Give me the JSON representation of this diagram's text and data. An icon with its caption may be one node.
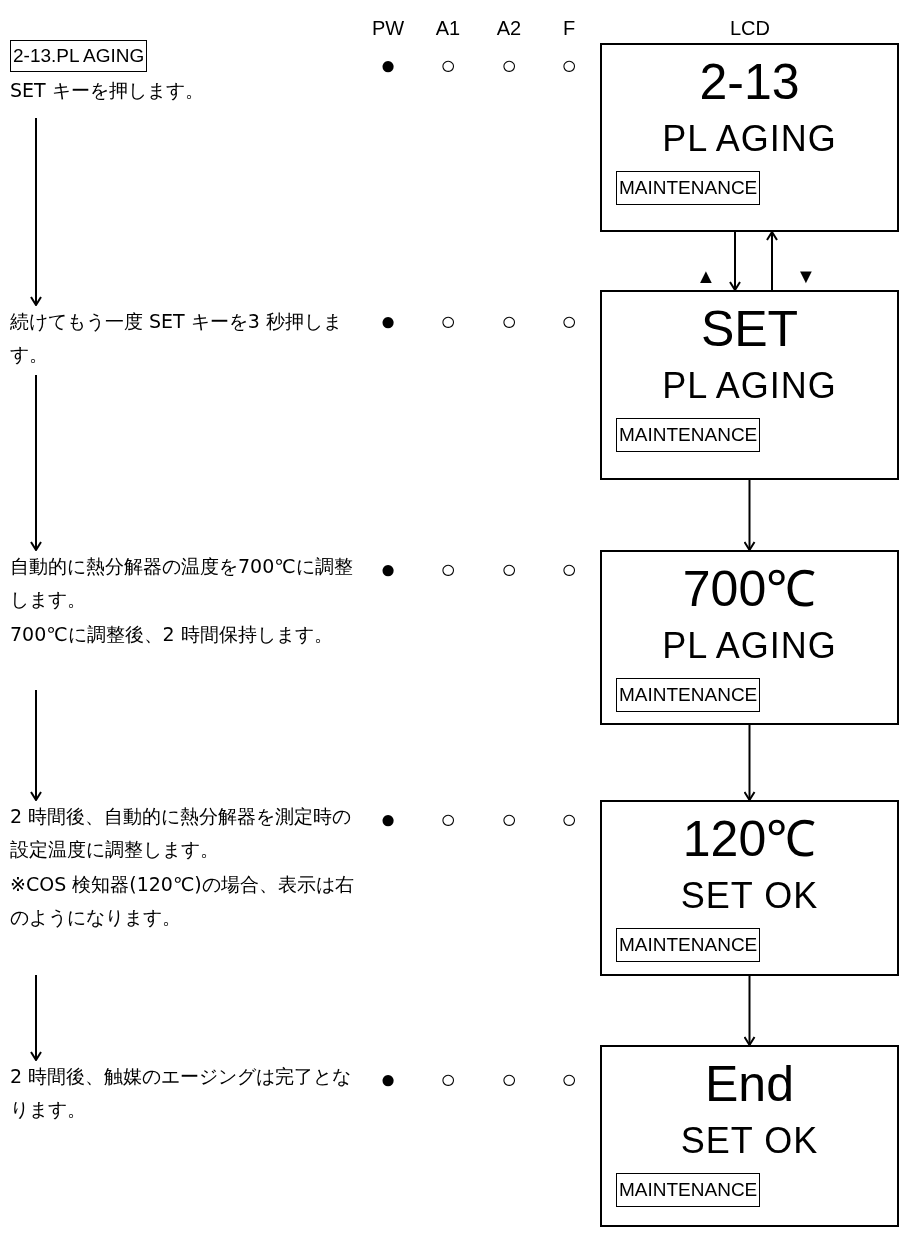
{
  "diagram": {
    "nodes": [
      {
        "text": [
          "2-13.PL AGING",
          "SET キーを押します。"
        ]
      },
      {
        "text": [
          "2-13",
          "PL AGING",
          "MAINTENANCE"
        ]
      },
      {
        "text": [
          "続けてもう一度 SET キーを3 秒押します。"
        ]
      },
      {
        "text": [
          "SET",
          "PL AGING",
          "MAINTENANCE"
        ]
      },
      {
        "text": [
          "自動的に熱分解器の温度を700℃に調整します。",
          "700℃に調整後、2 時間保持します。"
        ]
      },
      {
        "text": [
          "700℃",
          "PL AGING",
          "MAINTENANCE"
        ]
      },
      {
        "text": [
          "2 時間後、自動的に熱分解器を測定時の設定温度に調整します。",
          "※COS 検知器(120℃)の場合、表示は右のようになります。"
        ]
      },
      {
        "text": [
          "120℃",
          "SET OK",
          "MAINTENANCE"
        ]
      },
      {
        "text": [
          "2 時間後、触媒のエージングは完了となります。"
        ]
      },
      {
        "text": [
          "End",
          "SET OK",
          "MAINTENANCE"
        ]
      }
    ],
    "edges": [
      {
        "from": 0,
        "to": 2,
        "arrow": "to"
      },
      {
        "from": 1,
        "to": 3,
        "arrow": "to"
      },
      {
        "from": 3,
        "to": 1,
        "arrow": "to"
      },
      {
        "from": 2,
        "to": 4,
        "arrow": "to"
      },
      {
        "from": 3,
        "to": 5,
        "arrow": "to"
      },
      {
        "from": 4,
        "to": 6,
        "arrow": "to"
      },
      {
        "from": 5,
        "to": 7,
        "arrow": "to"
      },
      {
        "from": 6,
        "to": 8,
        "arrow": "to"
      },
      {
        "from": 7,
        "to": 9,
        "arrow": "to"
      }
    ],
    "labels": [
      "PW",
      "A1",
      "A2",
      "F",
      "LCD",
      "●",
      "○",
      "○",
      "○",
      "▲",
      "▼",
      "●",
      "○",
      "○",
      "○",
      "●",
      "○",
      "○",
      "○",
      "●",
      "○",
      "○",
      "○",
      "●",
      "○",
      "○",
      "○"
    ]
  }
}
